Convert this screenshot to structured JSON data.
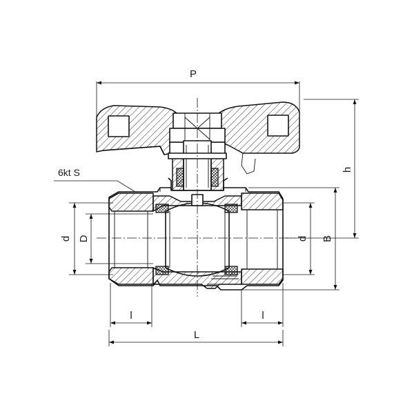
{
  "labels": {
    "P": "P",
    "h": "h",
    "hex": "6kt S",
    "d_left": "d",
    "D": "D",
    "d_right": "d",
    "B": "B",
    "l_left": "l",
    "l_right": "l",
    "L": "L"
  }
}
